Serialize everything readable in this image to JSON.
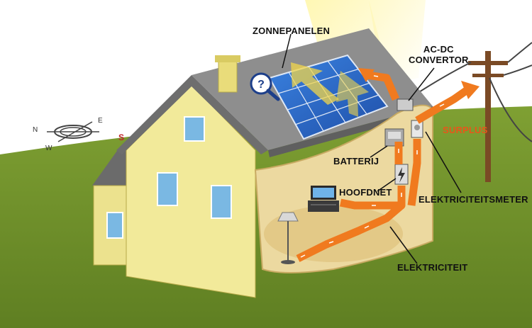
{
  "labels": {
    "solar_panels": "ZONNEPANELEN",
    "converter_line1": "AC-DC",
    "converter_line2": "CONVERTOR",
    "surplus": "SURPLUS",
    "battery": "BATTERIJ",
    "mains": "HOOFDNET",
    "meter": "ELEKTRICITEITSMETER",
    "electricity": "ELEKTRICITEIT"
  },
  "compass": {
    "north": "N",
    "east": "E",
    "west": "W",
    "south": "S"
  },
  "colors": {
    "sky": "#ffffff",
    "grass": "#6f8f2a",
    "wall": "#f2ea9a",
    "roof": "#8e8e8e",
    "panel": "#2f6fd0",
    "arrow": "#f07a1f",
    "interior": "#ecd9a0",
    "surplus_text": "#e8561a"
  },
  "icons": [
    "magnifier-icon",
    "compass-icon",
    "lightning-icon"
  ]
}
